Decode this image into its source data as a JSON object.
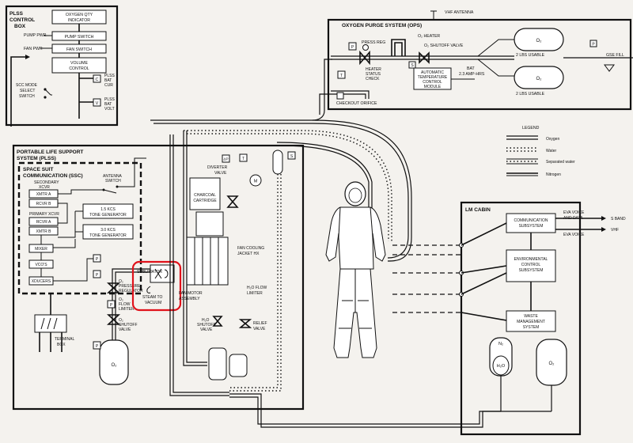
{
  "plss_control_box": {
    "title_l1": "PLSS",
    "title_l2": "CONTROL",
    "title_l3": "BOX",
    "oxygen_qty_l1": "OXYGEN QTY",
    "oxygen_qty_l2": "INDICATOR",
    "pump_pwr": "PUMP PWR",
    "pump_switch": "PUMP SWITCH",
    "fan_pwr": "FAN PWR",
    "fan_switch": "FAN SWITCH",
    "volume_l1": "VOLUME",
    "volume_l2": "CONTROL",
    "plss_bat_cur_l1": "PLSS",
    "plss_bat_cur_l2": "BAT",
    "plss_bat_cur_l3": "CUR",
    "scc_mode_l1": "SCC MODE",
    "scc_mode_l2": "SELECT",
    "scc_mode_l3": "SWITCH",
    "plss_bat_volt_l1": "PLSS",
    "plss_bat_volt_l2": "BAT",
    "plss_bat_volt_l3": "VOLT",
    "c_label": "C",
    "v_label": "V"
  },
  "ops": {
    "title": "OXYGEN PURGE SYSTEM (OPS)",
    "vhf_antenna": "VHF ANTENNA",
    "press_reg": "PRESS REG",
    "o2_heater": "O₂ HEATER",
    "o2_shutoff_valve": "O₂ SHUTOFF VALVE",
    "heater_status_l1": "HEATER",
    "heater_status_l2": "STATUS",
    "heater_status_l3": "CHECK",
    "bat": "BAT",
    "bat_amphrs": "2.3 AMP-HRS",
    "atc_l1": "AUTOMATIC",
    "atc_l2": "TEMPERATURE",
    "atc_l3": "CONTROL",
    "atc_l4": "MODULE",
    "checkout_orifice": "CHECKOUT ORIFICE",
    "tank_label": "O₂",
    "usable": "2 LBS USABLE",
    "gse_fill": "GSE FILL",
    "p": "P",
    "t": "T",
    "s": "S"
  },
  "plss": {
    "title_l1": "PORTABLE LIFE SUPPORT",
    "title_l2": "SYSTEM (PLSS)",
    "ssc_title_l1": "SPACE SUIT",
    "ssc_title_l2": "COMMUNICATION (SSC)",
    "secondary_l1": "SECONDARY",
    "secondary_l2": "XCVR",
    "xmtr_a": "XMTR A",
    "rcvr_b": "RCVR B",
    "primary_xcvr": "PRIMARY XCVR",
    "rcvr_a": "RCVR A",
    "xmtr_b": "XMTR B",
    "antenna_l1": "ANTENNA",
    "antenna_l2": "SWITCH",
    "tone_15_l1": "1.5 KCS",
    "tone_15_l2": "TONE GENERATOR",
    "tone_30_l1": "3.0 KCS",
    "tone_30_l2": "TONE GENERATOR",
    "mixer": "MIXER",
    "vcos": "VCO'S",
    "xducers": "XDUCERS",
    "o2_pressure_reg_l1": "O₂",
    "o2_pressure_reg_l2": "PRESSURE",
    "o2_pressure_reg_l3": "REGULATOR",
    "o2_flow_limiter_l1": "O₂",
    "o2_flow_limiter_l2": "FLOW",
    "o2_flow_limiter_l3": "LIMITER",
    "o2_shutoff_l1": "O₂",
    "o2_shutoff_l2": "SHUTOFF",
    "o2_shutoff_l3": "VALVE",
    "sublimator": "SUBLIMATOR",
    "steam_l1": "STEAM TO",
    "steam_l2": "VACUUM",
    "fan_motor_l1": "FAN MOTOR",
    "fan_motor_l2": "ASSEMBLY",
    "diverter_l1": "DIVERTER",
    "diverter_l2": "VALVE",
    "charcoal_l1": "CHARCOAL",
    "charcoal_l2": "CARTRIDGE",
    "fan_cooling_l1": "FAN COOLING",
    "fan_cooling_l2": "JACKET HX",
    "h2o_flow_limiter_l1": "H₂O FLOW",
    "h2o_flow_limiter_l2": "LIMITER",
    "h2o_shutoff_l1": "H₂O",
    "h2o_shutoff_l2": "SHUTOFF",
    "h2o_shutoff_l3": "VALVE",
    "relief_l1": "RELIEF",
    "relief_l2": "VALVE",
    "o2_tank": "O₂",
    "terminal_box_l1": "TERMINAL",
    "terminal_box_l2": "BOX",
    "p": "P",
    "t": "T",
    "s": "S",
    "m": "M",
    "dp": "ΔP"
  },
  "legend": {
    "title": "LEGEND",
    "items": [
      "Oxygen",
      "Water",
      "Separated water",
      "Nitrogen"
    ]
  },
  "lm_cabin": {
    "title": "LM CABIN",
    "comm_l1": "COMMUNICATION",
    "comm_l2": "SUBSYSTEM",
    "ecs_l1": "ENVIRONMENTAL",
    "ecs_l2": "CONTROL",
    "ecs_l3": "SUBSYSTEM",
    "waste_l1": "WASTE",
    "waste_l2": "MANAGEMENT",
    "waste_l3": "SYSTEM",
    "eva_voice_data_l1": "EVA VOICE",
    "eva_voice_data_l2": "AND DATA",
    "eva_voice": "EVA VOICE",
    "s_band": "S BAND",
    "vhf": "VHF",
    "n2": "N₂",
    "h2o": "H₂O",
    "o2": "O₂"
  }
}
